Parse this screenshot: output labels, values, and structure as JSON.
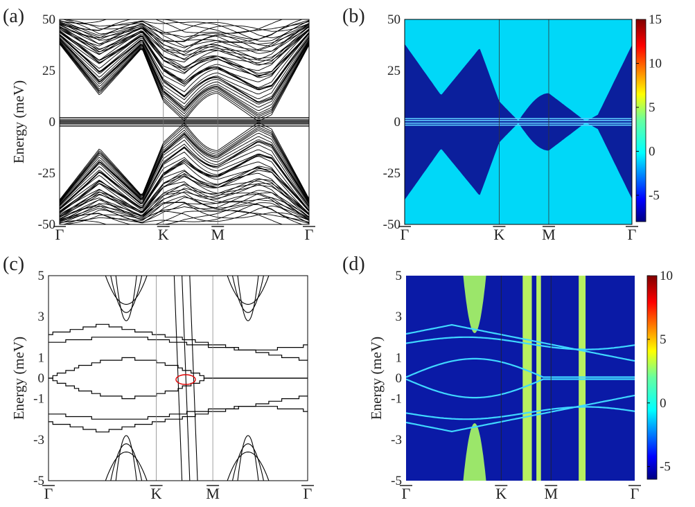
{
  "chart_data": [
    {
      "panel": "(a)",
      "type": "line",
      "ylabel": "Energy (meV)",
      "ylim": [
        -50,
        50
      ],
      "yticks": [
        "50",
        "25",
        "0",
        "-25",
        "-50"
      ],
      "xtick_labels": [
        "Γ",
        "K",
        "M",
        "Γ"
      ],
      "x_positions": [
        0,
        0.416,
        0.634,
        1
      ],
      "colormap": "",
      "colorbar_ticks": []
    },
    {
      "panel": "(b)",
      "type": "heatmap",
      "ylabel": "",
      "ylim": [
        -50,
        50
      ],
      "yticks": [
        "50",
        "25",
        "0",
        "-25",
        "-50"
      ],
      "xtick_labels": [
        "Γ",
        "K",
        "M",
        "Γ"
      ],
      "x_positions": [
        0,
        0.416,
        0.634,
        1
      ],
      "colormap": "jet",
      "colorbar_ticks": [
        "15",
        "10",
        "5",
        "0",
        "-5"
      ],
      "colorbar_range": [
        -8,
        15
      ]
    },
    {
      "panel": "(c)",
      "type": "line",
      "ylabel": "Energy (meV)",
      "ylim": [
        -5,
        5
      ],
      "yticks": [
        "5",
        "3",
        "1",
        "0",
        "-1",
        "-3",
        "-5"
      ],
      "xtick_labels": [
        "Γ",
        "K",
        "M",
        "Γ"
      ],
      "x_positions": [
        0,
        0.416,
        0.634,
        1
      ],
      "colormap": "",
      "colorbar_ticks": []
    },
    {
      "panel": "(d)",
      "type": "heatmap",
      "ylabel": "Energy (meV)",
      "ylim": [
        -5,
        5
      ],
      "yticks": [
        "5",
        "3",
        "1",
        "0",
        "-1",
        "-3",
        "-5"
      ],
      "xtick_labels": [
        "Γ",
        "K",
        "M",
        "Γ"
      ],
      "x_positions": [
        0,
        0.416,
        0.634,
        1
      ],
      "colormap": "jet",
      "colorbar_ticks": [
        "10",
        "5",
        "0",
        "-5"
      ],
      "colorbar_range": [
        -6,
        10
      ]
    }
  ]
}
